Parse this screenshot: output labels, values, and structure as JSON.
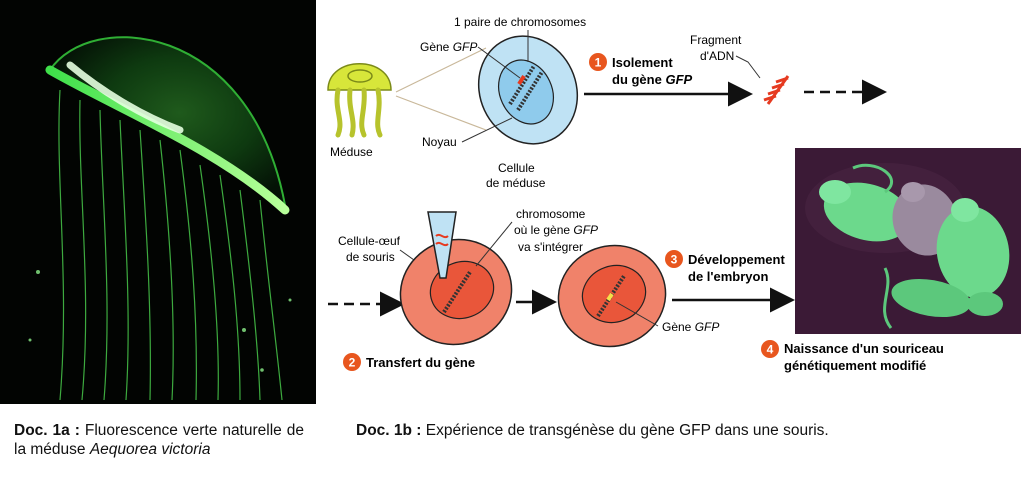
{
  "diagram": {
    "chromosome_pair": "1 paire de chromosomes",
    "gene_gfp_top_prefix": "Gène ",
    "gfp": "GFP",
    "jellyfish": "Méduse",
    "nucleus": "Noyau",
    "cell_line1": "Cellule",
    "cell_line2": "de méduse",
    "step1_num": "1",
    "step1_line1": "Isolement",
    "step1_line2_prefix": "du gène ",
    "dna_line1": "Fragment",
    "dna_line2": "d'ADN",
    "egg_line1": "Cellule-œuf",
    "egg_line2": "de souris",
    "chrom_line1": "chromosome",
    "chrom_line2_prefix": "où le gène ",
    "chrom_line3": "va s'intégrer",
    "step2_num": "2",
    "step2_label": "Transfert du gène",
    "step3_num": "3",
    "step3_line1": "Développement",
    "step3_line2": "de l'embryon",
    "gene_gfp_bottom_prefix": "Gène ",
    "step4_num": "4",
    "step4_line1": "Naissance d'un souriceau",
    "step4_line2": "génétiquement modifié"
  },
  "captions": {
    "doc_1a_label": "Doc. 1a :",
    "doc_1a_text": " Fluorescence verte naturelle de la méduse ",
    "doc_1a_species": "Aequorea victoria",
    "doc_1b_label": "Doc. 1b :",
    "doc_1b_text": " Expérience de transgénèse du gène GFP dans une souris."
  },
  "colors": {
    "jellyfish_green": "#3fe04a",
    "step_badge_orange": "#e8561e",
    "cell_blue": "#bfe2f4",
    "egg_red": "#f0826a",
    "mouse_green": "#6cd98c",
    "mouse_background": "#3b1a36"
  }
}
